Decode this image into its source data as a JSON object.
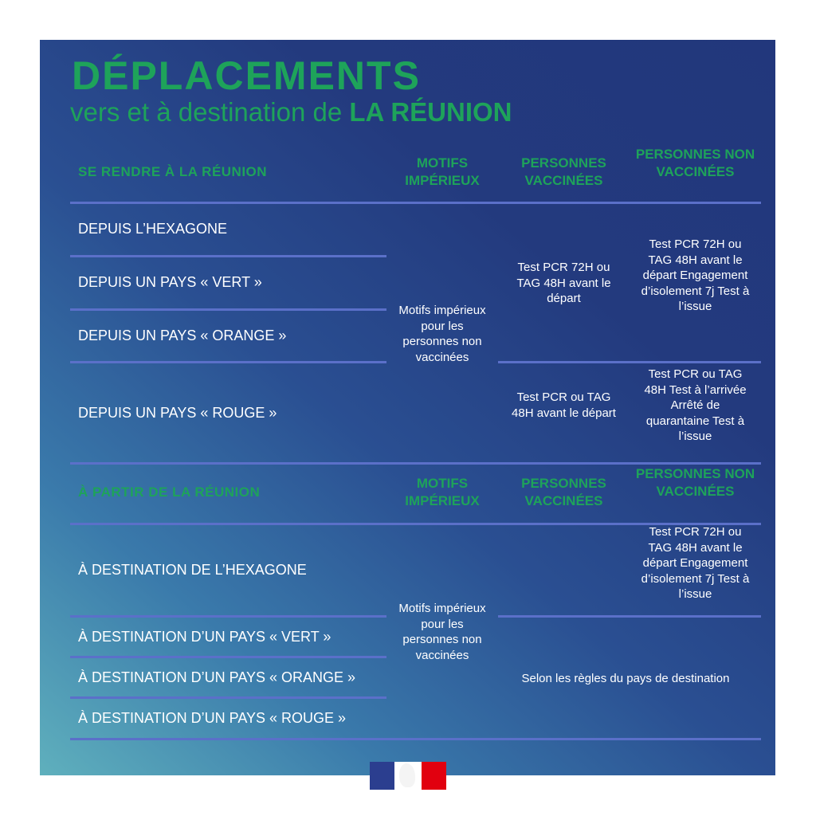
{
  "title": "DÉPLACEMENTS",
  "subtitle_prefix": "vers et à destination de",
  "subtitle_bold": "LA RÉUNION",
  "columns": {
    "motifs": "MOTIFS IMPÉRIEUX",
    "vaccinated": "PERSONNES VACCINÉES",
    "unvaccinated": "PERSONNES NON VACCINÉES"
  },
  "section1": {
    "heading": "SE RENDRE À LA RÉUNION",
    "rows": [
      "DEPUIS L’HEXAGONE",
      "DEPUIS UN PAYS « VERT »",
      "DEPUIS UN PAYS « ORANGE »",
      "DEPUIS UN PAYS « ROUGE »"
    ],
    "motifs": "Motifs impérieux pour les personnes non vaccinées",
    "vacc_green": "Test PCR 72H ou TAG 48H avant le départ",
    "nonvacc_green": "Test PCR 72H ou TAG 48H avant le départ Engagement d’isolement 7j Test à l’issue",
    "vacc_red": "Test PCR ou TAG 48H avant le départ",
    "nonvacc_red": "Test PCR ou TAG 48H Test à l’arrivée Arrêté de quarantaine Test à l’issue"
  },
  "section2": {
    "heading": "À PARTIR DE LA RÉUNION",
    "rows": [
      "À DESTINATION DE L’HEXAGONE",
      "À DESTINATION D’UN PAYS « VERT »",
      "À DESTINATION D’UN PAYS « ORANGE »",
      "À DESTINATION D’UN PAYS « ROUGE »"
    ],
    "motifs": "Motifs impérieux pour les personnes non vaccinées",
    "nonvacc_hexagone": "Test PCR 72H ou TAG 48H avant le départ Engagement d’isolement 7j Test à l’issue",
    "other": "Selon les règles du pays de destination"
  },
  "colors": {
    "green": "#1ea35a",
    "line": "#5b70c9",
    "navy": "#22377c"
  }
}
